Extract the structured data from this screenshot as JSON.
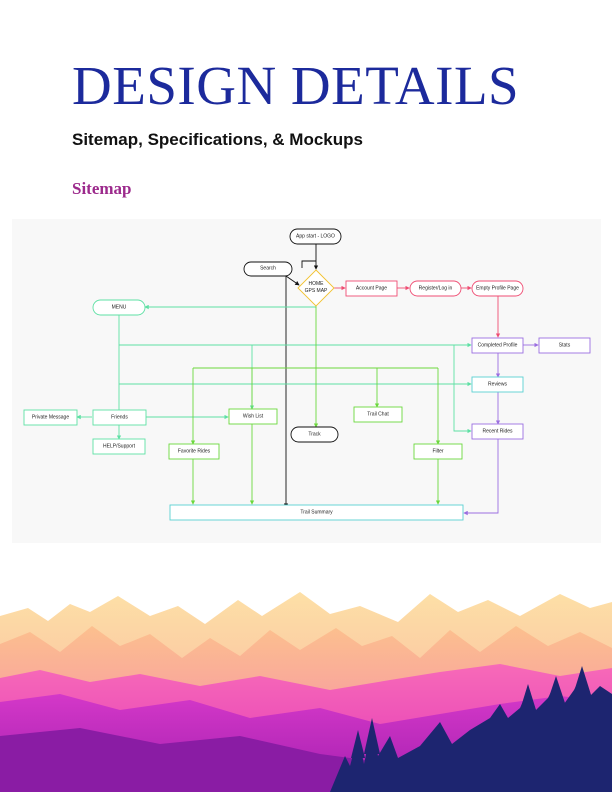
{
  "page": {
    "title": "DESIGN DETAILS",
    "subtitle": "Sitemap, Specifications, & Mockups",
    "section_title": "Sitemap"
  },
  "sitemap": {
    "nodes": {
      "app_start": "App start - LOGO",
      "search": "Search",
      "home": "HOME\nGPS MAP",
      "account": "Account Page",
      "register": "Register/Log in",
      "empty_profile": "Empty Profile Page",
      "menu": "MENU",
      "completed_profile": "Completed Profile",
      "stats": "Stats",
      "reviews": "Reviews",
      "recent_rides": "Recent Rides",
      "private_message": "Private Message",
      "friends": "Friends",
      "wish_list": "Wish List",
      "trail_chat": "Trail Chat",
      "track": "Track",
      "help": "HELP/Support",
      "favorite_rides": "Favorite Rides",
      "filter": "Filter",
      "trail_summary": "Trail Summary"
    },
    "colors": {
      "dark": "#111111",
      "home": "#f2c230",
      "account": "#ef4d73",
      "profile": "#9b6ee0",
      "menu": "#5ee0a4",
      "lime": "#6bd83c",
      "teal": "#5ad0d2"
    }
  },
  "landscape": {
    "icon": "mountain-landscape-illustration"
  }
}
